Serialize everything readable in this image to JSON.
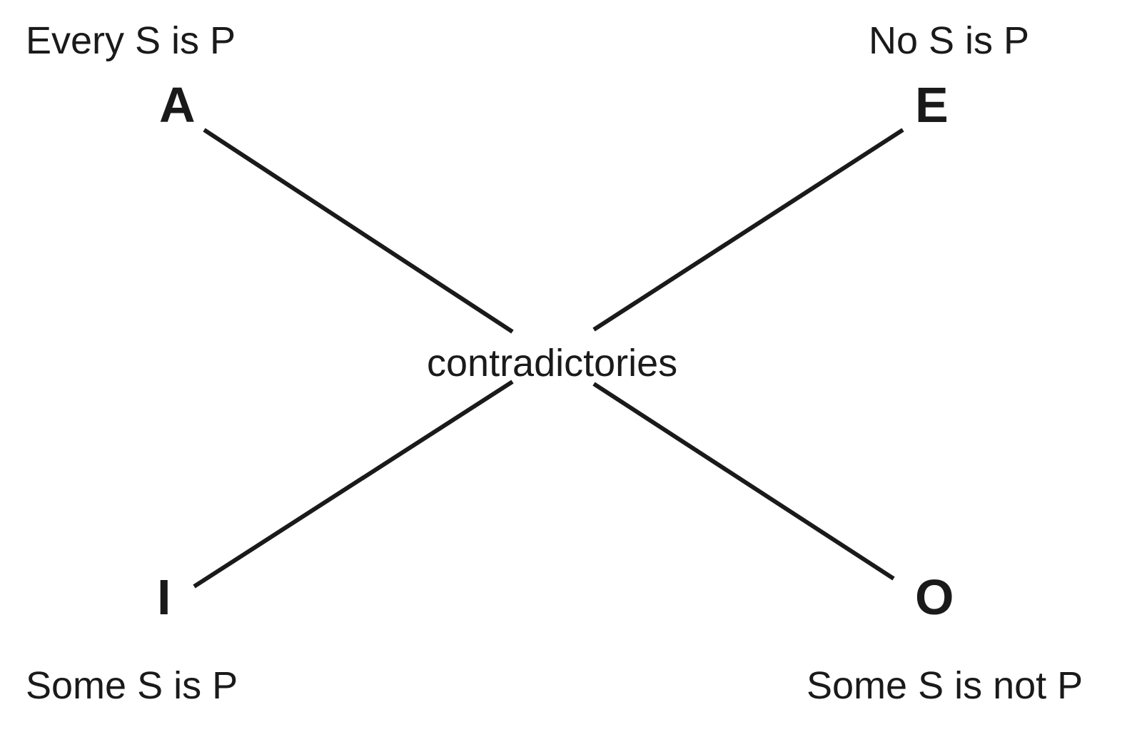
{
  "square": {
    "a": {
      "letter": "A",
      "proposition": "Every S is P"
    },
    "e": {
      "letter": "E",
      "proposition": "No S is P"
    },
    "i": {
      "letter": "I",
      "proposition": "Some S is P"
    },
    "o": {
      "letter": "O",
      "proposition": "Some S is not P"
    }
  },
  "relation": {
    "label": "contradictories"
  }
}
